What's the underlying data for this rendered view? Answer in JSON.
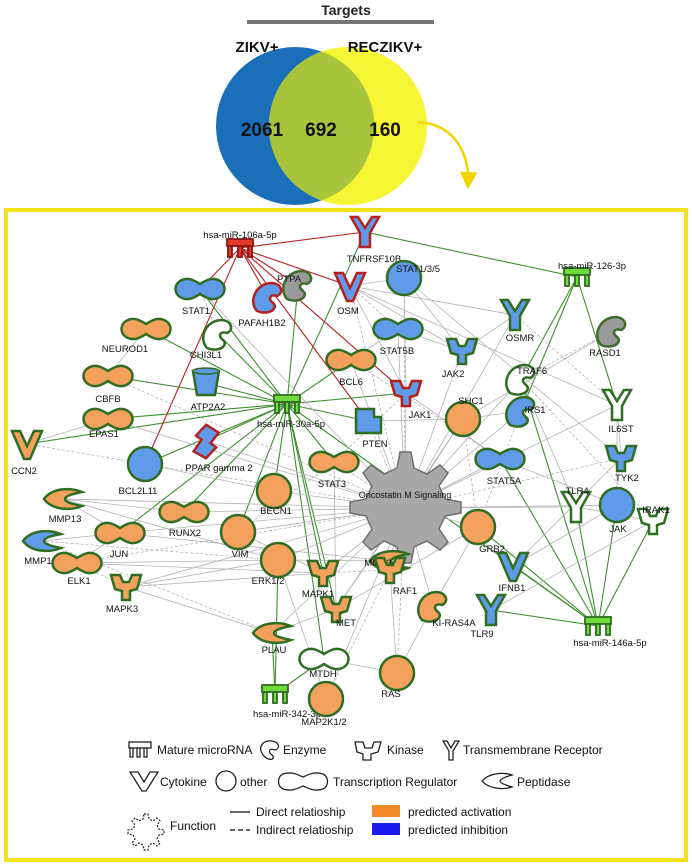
{
  "venn": {
    "title": "Targets",
    "left_label": "ZIKV+",
    "right_label": "RECZIKV+",
    "left_only": "2061",
    "overlap": "692",
    "right_only": "160",
    "colors": {
      "left": "#1a6fb8",
      "right": "#f6f534",
      "overlap": "#a8c43c",
      "arrow": "#f0d400"
    }
  },
  "network": {
    "border_color": "#f2e21c",
    "activation_color": "#f4a15d",
    "mirna_color": "#6fdc3a",
    "hub": "Oncostatin M Signaling",
    "nodes": [
      {
        "label": "hsa-miR-106a-5p",
        "shape": "mirna",
        "tone": "red"
      },
      {
        "label": "TNFRSF10B",
        "shape": "receptor",
        "tone": "red"
      },
      {
        "label": "PTPA",
        "shape": "enzyme",
        "tone": "grey"
      },
      {
        "label": "hsa-miR-126-3p",
        "shape": "mirna",
        "tone": "green"
      },
      {
        "label": "STAT1",
        "shape": "tr",
        "tone": "blue"
      },
      {
        "label": "PAFAH1B2",
        "shape": "enzyme",
        "tone": "red"
      },
      {
        "label": "OSM",
        "shape": "cytokine",
        "tone": "red"
      },
      {
        "label": "STAT1/3/5",
        "shape": "other",
        "tone": "blue"
      },
      {
        "label": "NEUROD1",
        "shape": "tr",
        "tone": "orange"
      },
      {
        "label": "CHI3L1",
        "shape": "enzyme",
        "tone": "white"
      },
      {
        "label": "STAT5B",
        "shape": "tr",
        "tone": "blue"
      },
      {
        "label": "OSMR",
        "shape": "receptor",
        "tone": "blue"
      },
      {
        "label": "RASD1",
        "shape": "enzyme",
        "tone": "grey"
      },
      {
        "label": "JAK2",
        "shape": "kinase",
        "tone": "blue"
      },
      {
        "label": "BCL6",
        "shape": "tr",
        "tone": "orange"
      },
      {
        "label": "CBFB",
        "shape": "tr",
        "tone": "orange"
      },
      {
        "label": "ATP2A2",
        "shape": "transporter",
        "tone": "blue"
      },
      {
        "label": "hsa-miR-30a-5p",
        "shape": "mirna",
        "tone": "green"
      },
      {
        "label": "JAK1",
        "shape": "kinase",
        "tone": "red"
      },
      {
        "label": "TRAF6",
        "shape": "enzyme",
        "tone": "white"
      },
      {
        "label": "SHC1",
        "shape": "other",
        "tone": "orange"
      },
      {
        "label": "IRS1",
        "shape": "enzyme",
        "tone": "blue"
      },
      {
        "label": "IL6ST",
        "shape": "receptor",
        "tone": "white"
      },
      {
        "label": "EPAS1",
        "shape": "tr",
        "tone": "orange"
      },
      {
        "label": "PTEN",
        "shape": "phosphatase",
        "tone": "blue"
      },
      {
        "label": "CCN2",
        "shape": "cytokine",
        "tone": "orange"
      },
      {
        "label": "PPAR gamma 2",
        "shape": "nuclear",
        "tone": "red"
      },
      {
        "label": "STAT5A",
        "shape": "tr",
        "tone": "blue"
      },
      {
        "label": "TYK2",
        "shape": "kinase",
        "tone": "blue"
      },
      {
        "label": "BCL2L11",
        "shape": "other",
        "tone": "blue"
      },
      {
        "label": "STAT3",
        "shape": "tr",
        "tone": "orange"
      },
      {
        "label": "MMP13",
        "shape": "peptidase",
        "tone": "orange"
      },
      {
        "label": "BECN1",
        "shape": "other",
        "tone": "orange"
      },
      {
        "label": "TLR4",
        "shape": "receptor",
        "tone": "white"
      },
      {
        "label": "IRAK1",
        "shape": "kinase",
        "tone": "white"
      },
      {
        "label": "RUNX2",
        "shape": "tr",
        "tone": "orange"
      },
      {
        "label": "JAK",
        "shape": "other",
        "tone": "blue"
      },
      {
        "label": "MMP1",
        "shape": "peptidase",
        "tone": "blue"
      },
      {
        "label": "JUN",
        "shape": "tr",
        "tone": "orange"
      },
      {
        "label": "VIM",
        "shape": "other",
        "tone": "orange"
      },
      {
        "label": "GRB2",
        "shape": "other",
        "tone": "orange"
      },
      {
        "label": "ELK1",
        "shape": "tr",
        "tone": "orange"
      },
      {
        "label": "ERK1/2",
        "shape": "other",
        "tone": "orange"
      },
      {
        "label": "MMP3",
        "shape": "peptidase",
        "tone": "orange"
      },
      {
        "label": "RAF1",
        "shape": "kinase",
        "tone": "orange"
      },
      {
        "label": "IFNB1",
        "shape": "cytokine",
        "tone": "blue"
      },
      {
        "label": "MAPK3",
        "shape": "kinase",
        "tone": "orange"
      },
      {
        "label": "MAPK1",
        "shape": "kinase",
        "tone": "orange"
      },
      {
        "label": "MET",
        "shape": "kinase",
        "tone": "orange"
      },
      {
        "label": "KI-RAS4A",
        "shape": "enzyme",
        "tone": "orange"
      },
      {
        "label": "hsa-miR-146a-5p",
        "shape": "mirna",
        "tone": "green"
      },
      {
        "label": "TLR9",
        "shape": "receptor",
        "tone": "blue"
      },
      {
        "label": "PLAU",
        "shape": "peptidase",
        "tone": "orange"
      },
      {
        "label": "MTDH",
        "shape": "tr",
        "tone": "white"
      },
      {
        "label": "RAS",
        "shape": "other",
        "tone": "orange"
      },
      {
        "label": "hsa-miR-342-3p",
        "shape": "mirna",
        "tone": "green"
      },
      {
        "label": "MAP2K1/2",
        "shape": "other",
        "tone": "orange"
      }
    ]
  },
  "legend": {
    "mirna": "Mature microRNA",
    "enzyme": "Enzyme",
    "kinase": "Kinase",
    "receptor": "Transmembrane Receptor",
    "cytokine": "Cytokine",
    "other": "other",
    "tr": "Transcription Regulator",
    "peptidase": "Peptidase",
    "function": "Function",
    "direct": "Direct relatioship",
    "indirect": "Indirect relatioship",
    "activation": "predicted activation",
    "inhibition": "predicted inhibition",
    "activation_color": "#f28a2a",
    "inhibition_color": "#1a1aee"
  }
}
